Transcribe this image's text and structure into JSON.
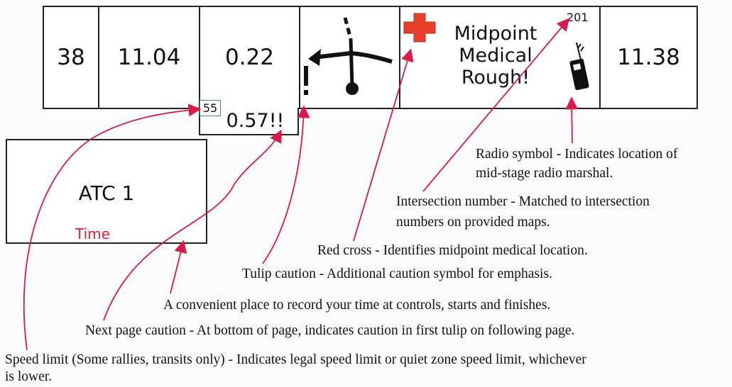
{
  "strip": {
    "cell_distance_index": "38",
    "cell_total_distance": "11.04",
    "cell_interval_distance": "0.22",
    "cell_next_total": "11.38",
    "medical_lines": [
      "Midpoint",
      "Medical",
      "Rough!"
    ],
    "intersection_number": "201"
  },
  "speed_limit": "55",
  "next_page_caution": "0.57!!",
  "atc": {
    "label": "ATC 1",
    "time_label": "Time"
  },
  "annotations": {
    "radio_line1": "Radio symbol - Indicates location of",
    "radio_line2": "mid-stage radio marshal.",
    "intersection_line1": "Intersection number - Matched to intersection",
    "intersection_line2": "numbers on provided maps.",
    "red_cross": "Red cross - Identifies midpoint medical location.",
    "tulip_caution": "Tulip caution - Additional caution symbol for emphasis.",
    "time_box": "A convenient place to record your time at controls, starts and finishes.",
    "next_page": "Next page caution - At bottom of page, indicates caution in first tulip on following page.",
    "speed_line1": "Speed limit (Some rallies, transits only) - Indicates legal speed limit or quiet zone speed limit, whichever",
    "speed_line2": "is lower."
  },
  "colors": {
    "arrow": "#d81b4a",
    "red_cross": "#e8402a",
    "time_text": "#e0203a",
    "speed_border": "#4a9a54"
  },
  "icons": [
    "red-cross-icon",
    "radio-icon",
    "tulip-diagram",
    "caution-exclamation-icon"
  ]
}
